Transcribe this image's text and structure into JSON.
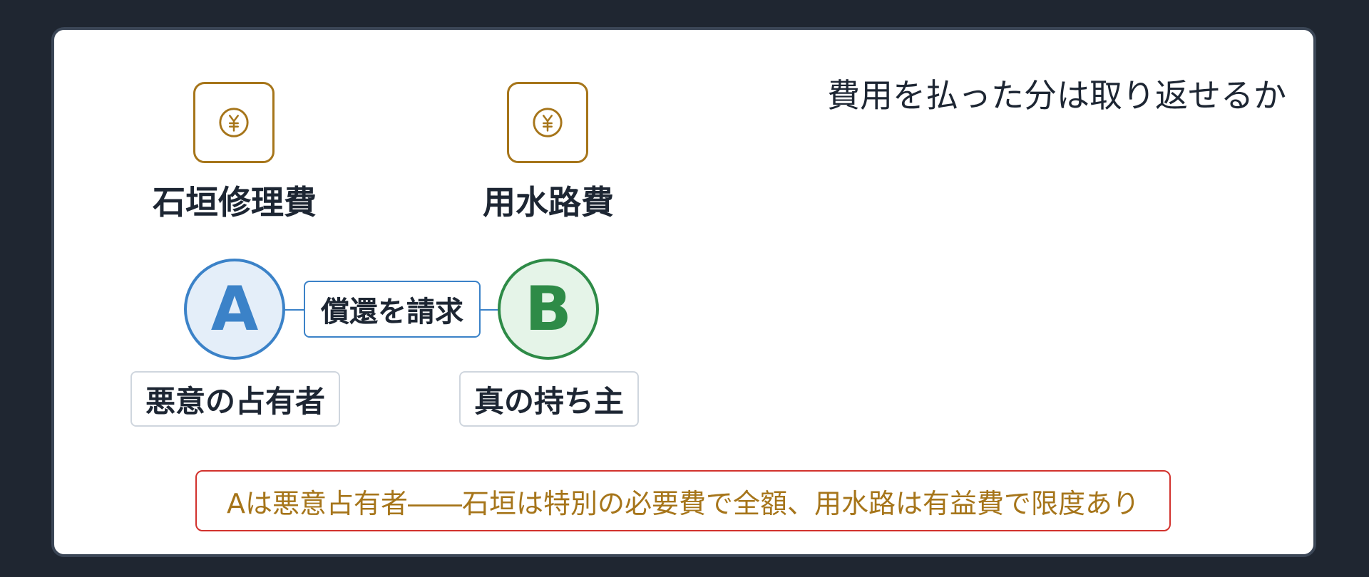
{
  "title": "費用を払った分は取り返せるか",
  "costs": [
    {
      "label": "石垣修理費",
      "icon": "yen-coin-icon"
    },
    {
      "label": "用水路費",
      "icon": "yen-coin-icon"
    }
  ],
  "parties": {
    "a": {
      "letter": "A",
      "role": "悪意の占有者"
    },
    "b": {
      "letter": "B",
      "role": "真の持ち主"
    }
  },
  "relation": {
    "label": "償還を請求"
  },
  "summary": "Aは悪意占有者――石垣は特別の必要費で全額、用水路は有益費で限度あり",
  "colors": {
    "background": "#1f2631",
    "card_border": "#3b4656",
    "cost_accent": "#a6751a",
    "party_a": "#3b82c8",
    "party_b": "#2e8b47",
    "summary_border": "#d2322d",
    "summary_text": "#a6751a"
  }
}
